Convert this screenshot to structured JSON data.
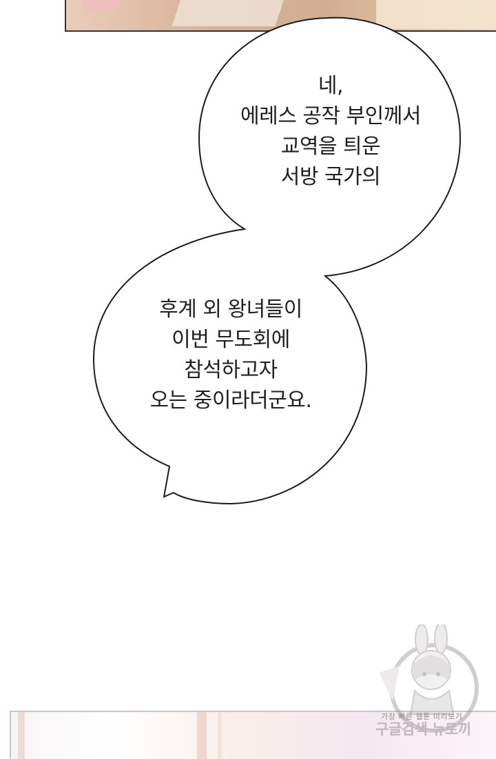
{
  "bubble_top": {
    "lines": [
      "네,",
      "에레스 공작 부인께서",
      "교역을 틔운",
      "서방 국가의"
    ]
  },
  "bubble_bottom": {
    "lines": [
      "후계 외 왕녀들이",
      "이번 무도회에",
      "참석하고자",
      "오는 중이라더군요."
    ]
  },
  "watermark": {
    "line1": "가장 빠른 웹툰 미리보기",
    "line2": "구글검색 뉴토끼",
    "icon": "bunny-girl-mascot-icon"
  },
  "colors": {
    "bubble_fill": "#ffffff",
    "bubble_stroke": "#1a1a1a",
    "text": "#1f1f1f"
  }
}
